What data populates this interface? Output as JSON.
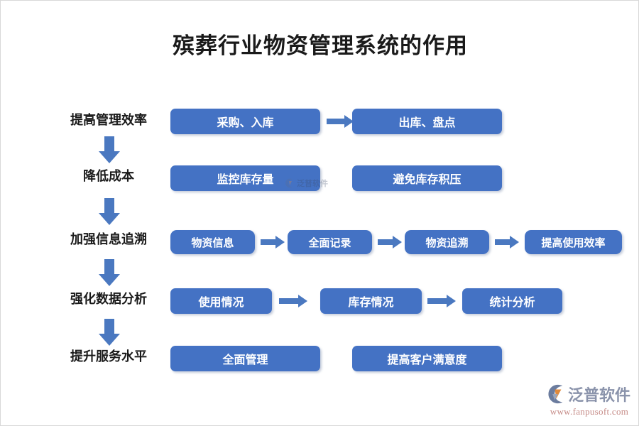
{
  "title": "殡葬行业物资管理系统的作用",
  "colors": {
    "box_fill": "#4472C4",
    "arrow": "#4A78C0",
    "title_text": "#1A1A1A",
    "box_text": "#FFFFFF",
    "brand_text": "#8A93AB",
    "brand_url": "#C58A86",
    "background": "#FFFFFF"
  },
  "rows": [
    {
      "label": "提高管理效率",
      "boxes": [
        "采购、入库",
        "出库、盘点"
      ],
      "arrows": 1
    },
    {
      "label": "降低成本",
      "boxes": [
        "监控库存量",
        "避免库存积压"
      ],
      "arrows": 0
    },
    {
      "label": "加强信息追溯",
      "boxes": [
        "物资信息",
        "全面记录",
        "物资追溯",
        "提高使用效率"
      ],
      "arrows": 3
    },
    {
      "label": "强化数据分析",
      "boxes": [
        "使用情况",
        "库存情况",
        "统计分析"
      ],
      "arrows": 2
    },
    {
      "label": "提升服务水平",
      "boxes": [
        "全面管理",
        "提高客户满意度"
      ],
      "arrows": 0
    }
  ],
  "brand": {
    "name": "泛普软件",
    "url": "www.fanpusoft.com",
    "mark": "fanpu-logo-icon"
  },
  "watermark": {
    "text": "泛普软件"
  }
}
